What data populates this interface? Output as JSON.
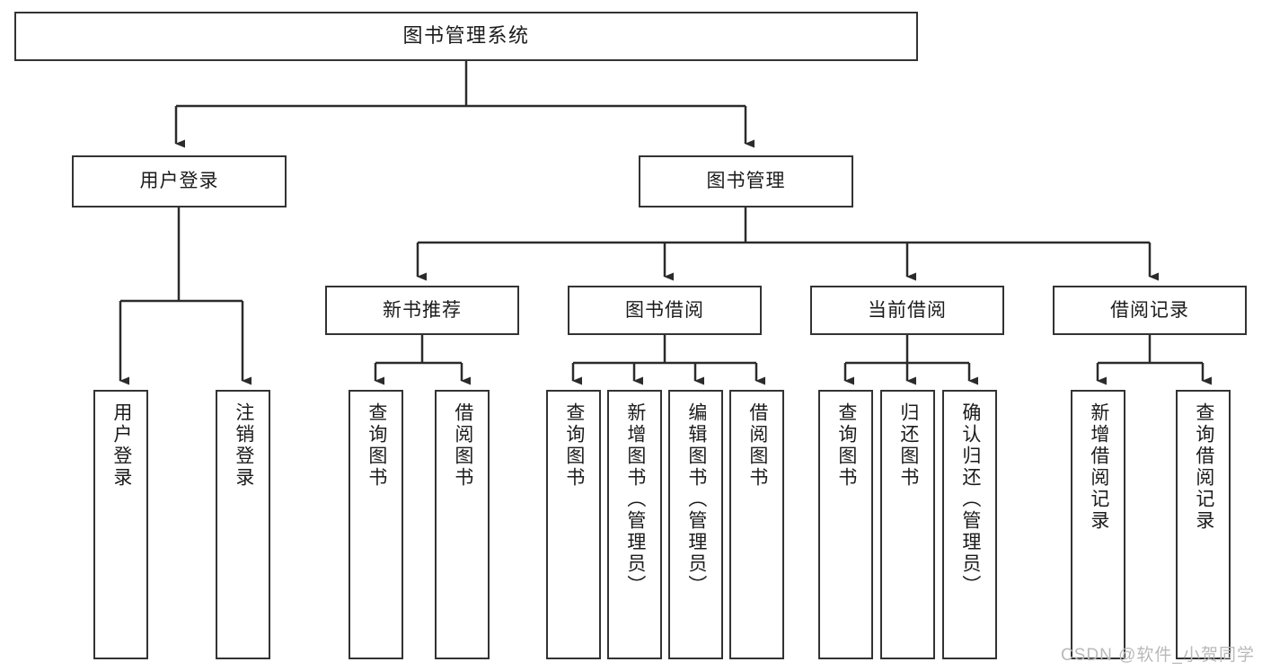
{
  "diagram": {
    "title": "图书管理系统",
    "type": "tree",
    "root": {
      "label": "图书管理系统"
    },
    "level2": [
      {
        "label": "用户登录"
      },
      {
        "label": "图书管理"
      }
    ],
    "level3": [
      {
        "label": "新书推荐"
      },
      {
        "label": "图书借阅"
      },
      {
        "label": "当前借阅"
      },
      {
        "label": "借阅记录"
      }
    ],
    "leaves": {
      "user_login": [
        {
          "label": "用户登录"
        },
        {
          "label": "注销登录"
        }
      ],
      "new_book_recommend": [
        {
          "label": "查询图书"
        },
        {
          "label": "借阅图书"
        }
      ],
      "book_borrow": [
        {
          "label": "查询图书"
        },
        {
          "label": "新增图书（管理员）"
        },
        {
          "label": "编辑图书（管理员）"
        },
        {
          "label": "借阅图书"
        }
      ],
      "current_borrow": [
        {
          "label": "查询图书"
        },
        {
          "label": "归还图书"
        },
        {
          "label": "确认归还（管理员）"
        }
      ],
      "borrow_record": [
        {
          "label": "新增借阅记录"
        },
        {
          "label": "查询借阅记录"
        }
      ]
    }
  },
  "watermark": {
    "text": "CSDN @软件_小贺同学"
  },
  "colors": {
    "background": "#ffffff",
    "border": "#333333",
    "text": "#1b1b1b",
    "watermark": "#b9b9b9"
  }
}
